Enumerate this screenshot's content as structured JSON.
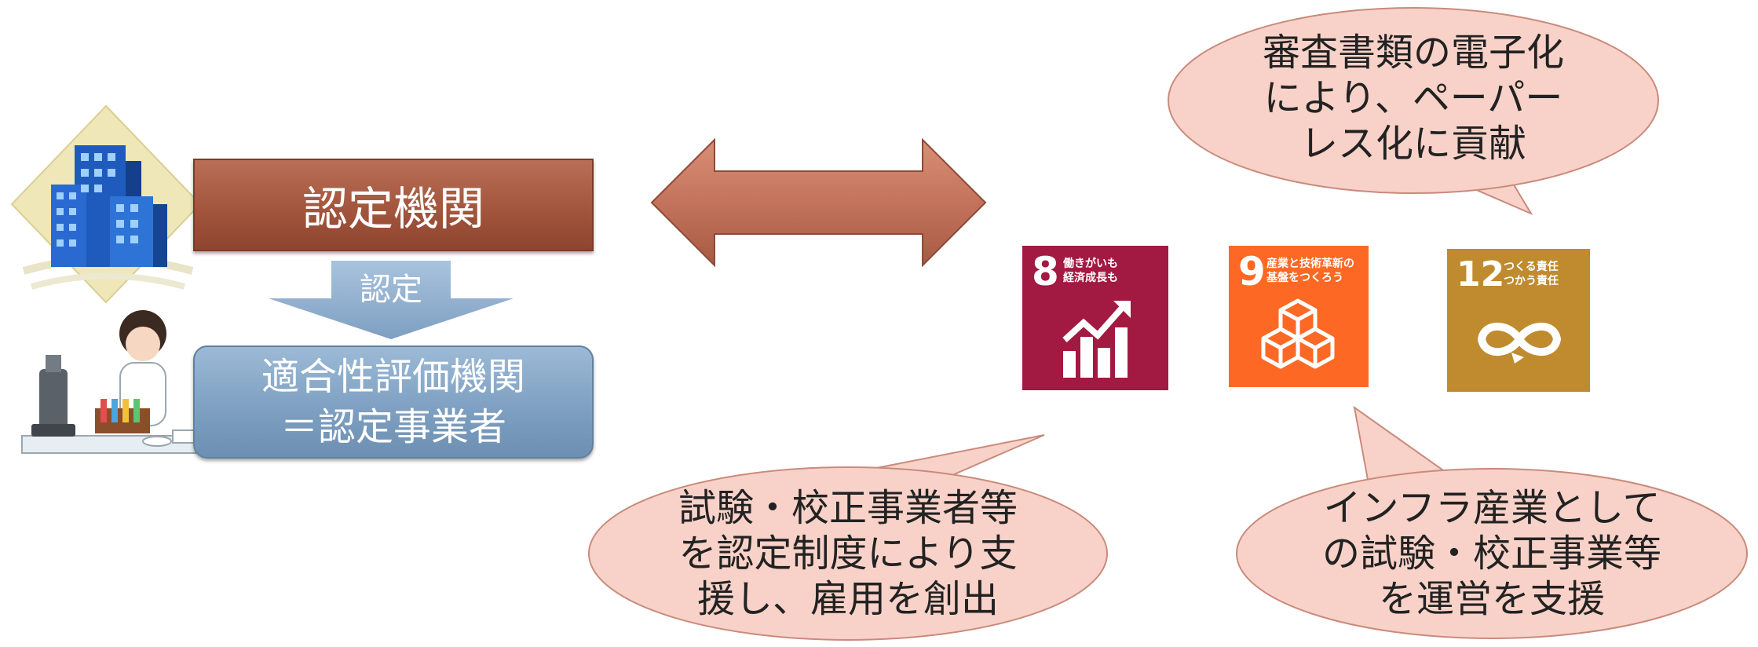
{
  "left": {
    "cert_body": "認定機関",
    "arrow_label": "認定",
    "conformity_line1": "適合性評価機関",
    "conformity_line2": "＝認定事業者"
  },
  "bubbles": {
    "top_right": [
      "審査書類の電子化",
      "により、ペーパー",
      "レス化に貢献"
    ],
    "bottom_center": [
      "試験・校正事業者等",
      "を認定制度により支",
      "援し、雇用を創出"
    ],
    "bottom_right": [
      "インフラ産業として",
      "の試験・校正事業等",
      "を運営を支援"
    ]
  },
  "sdgs": [
    {
      "number": "8",
      "title1": "働きがいも",
      "title2": "経済成長も",
      "color": "#a21942",
      "icon": "growth-chart-icon"
    },
    {
      "number": "9",
      "title1": "産業と技術革新の",
      "title2": "基盤をつくろう",
      "color": "#fd6925",
      "icon": "stacked-cubes-icon"
    },
    {
      "number": "12",
      "title1": "つくる責任",
      "title2": "つかう責任",
      "color": "#bf8b2e",
      "icon": "infinity-icon"
    }
  ],
  "colors": {
    "cert_box": "#a3553d",
    "conformity_box": "#7c9ec0",
    "down_arrow": "#8fb0d0",
    "double_arrow": "#c4735b",
    "bubble_fill": "#f8d2c8"
  }
}
